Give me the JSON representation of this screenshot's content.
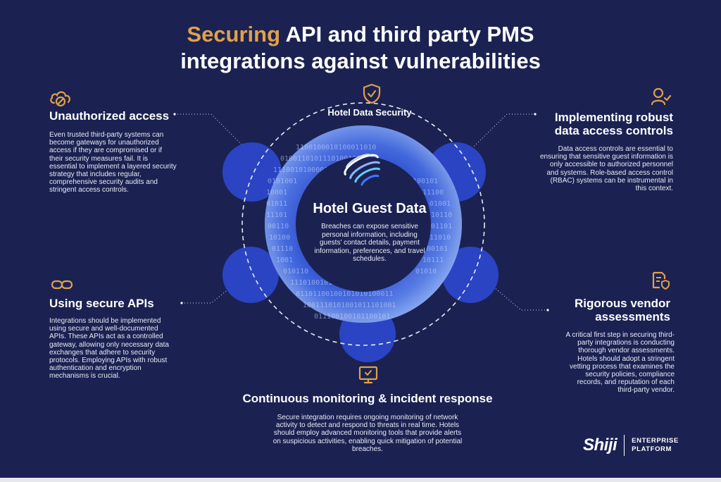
{
  "title": {
    "accent": "Securing",
    "rest_line1": " API and third party PMS",
    "line2": "integrations against vulnerabilities"
  },
  "center": {
    "ring_label": "Hotel Data Security",
    "title": "Hotel Guest Data",
    "body": "Breaches can expose sensitive personal information, including guests' contact details, payment information, preferences, and travel schedules."
  },
  "sections": {
    "unauthorized": {
      "heading": "Unauthorized access",
      "body": "Even trusted third-party systems can become gateways for unauthorized access if they are compromised or if their security measures fail. It is essential to implement a layered security strategy that includes regular, comprehensive security audits and stringent access controls.",
      "icon": "cloud-block-icon"
    },
    "access_controls": {
      "heading_line1": "Implementing robust",
      "heading_line2": "data access controls",
      "body": "Data access controls are essential to ensuring that sensitive guest information is only accessible to authorized personnel and systems. Role-based access control (RBAC) systems can be instrumental in this context.",
      "icon": "user-check-icon"
    },
    "secure_apis": {
      "heading": "Using secure APIs",
      "body": "Integrations should be implemented using secure and well-documented APIs. These APIs act as a controlled gateway, allowing only necessary data exchanges that adhere to security protocols. Employing APIs with robust authentication and encryption mechanisms is crucial.",
      "icon": "link-icon"
    },
    "vendor": {
      "heading_line1": "Rigorous vendor",
      "heading_line2": "assessments",
      "body": "A critical first step in securing third-party integrations is conducting thorough vendor assessments. Hotels should adopt a stringent vetting process that examines the security policies, compliance records, and reputation of each third-party vendor.",
      "icon": "document-shield-icon"
    },
    "monitoring": {
      "heading": "Continuous monitoring & incident response",
      "body": "Secure integration requires ongoing monitoring of network activity to detect and respond to threats in real time. Hotels should employ advanced monitoring tools that provide alerts on suspicious activities, enabling quick mitigation of potential breaches.",
      "icon": "monitor-shield-icon"
    }
  },
  "logo": {
    "mark": "Shiji",
    "line1": "ENTERPRISE",
    "line2": "PLATFORM"
  },
  "colors": {
    "background": "#1b2252",
    "accent": "#e0a04a",
    "ring": "#3b5fd6"
  }
}
